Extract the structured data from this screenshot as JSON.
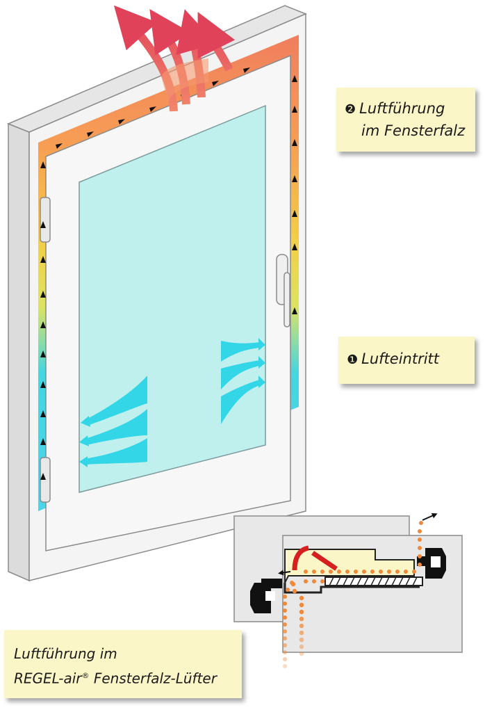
{
  "labels": {
    "step2": {
      "number": "❷",
      "line1": "Luftführung",
      "line2": "im Fensterfalz"
    },
    "step1": {
      "number": "❶",
      "line1": "Lufteintritt"
    },
    "caption": {
      "line1": "Luftführung im",
      "line2_prefix": "REGEL-air",
      "line2_mark": "®",
      "line2_suffix": " Fensterfalz-Lüfter"
    }
  },
  "colors": {
    "label_background": "#fbf6c8",
    "glass": "#bff0ee",
    "frame": "#f2f2f2",
    "warm_air": "#f07a55",
    "cool_air": "#33d6e6",
    "detail_dots": "#f08a3a"
  }
}
